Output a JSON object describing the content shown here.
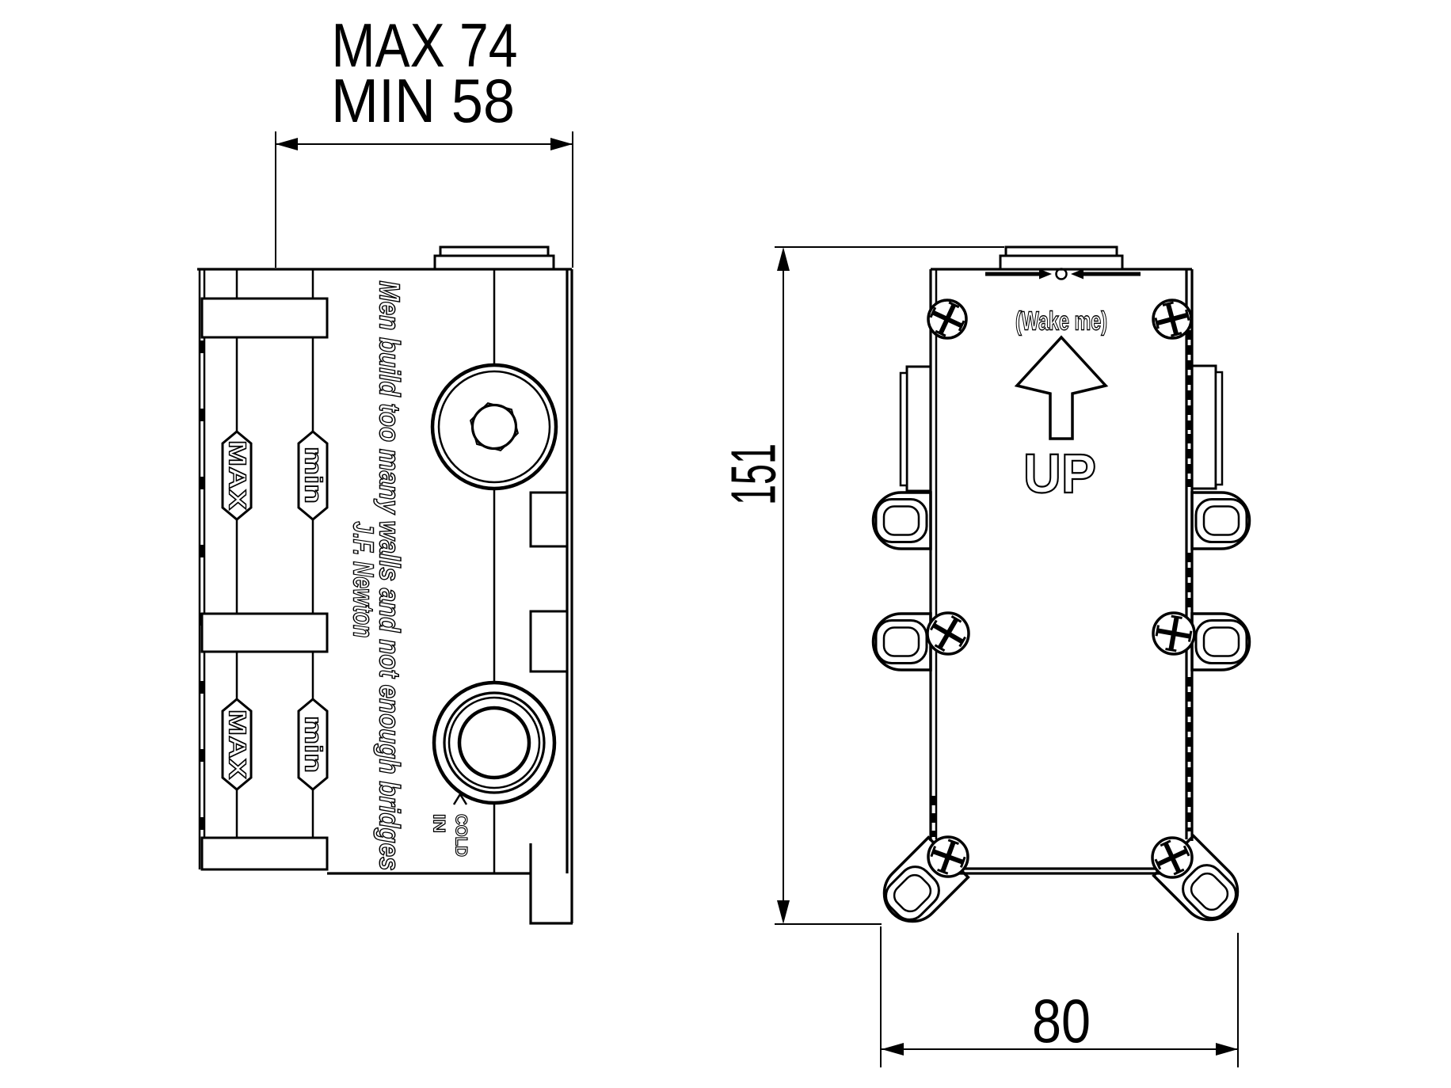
{
  "drawing": {
    "background_color": "#ffffff",
    "line_color": "#000000",
    "dimensions": {
      "depth_max_label": "MAX 74",
      "depth_min_label": "MIN 58",
      "height_label": "151",
      "width_label": "80"
    },
    "side_view": {
      "max_marker_label": "MAX",
      "min_marker_label": "min",
      "engraving_quote": "Men build too many walls and not enough bridges",
      "engraving_author": "J.F. Newton",
      "cold_inlet_word1": "COLD",
      "cold_inlet_word2": "IN"
    },
    "front_view": {
      "wake_label": "(Wake me)",
      "up_label": "UP"
    }
  }
}
